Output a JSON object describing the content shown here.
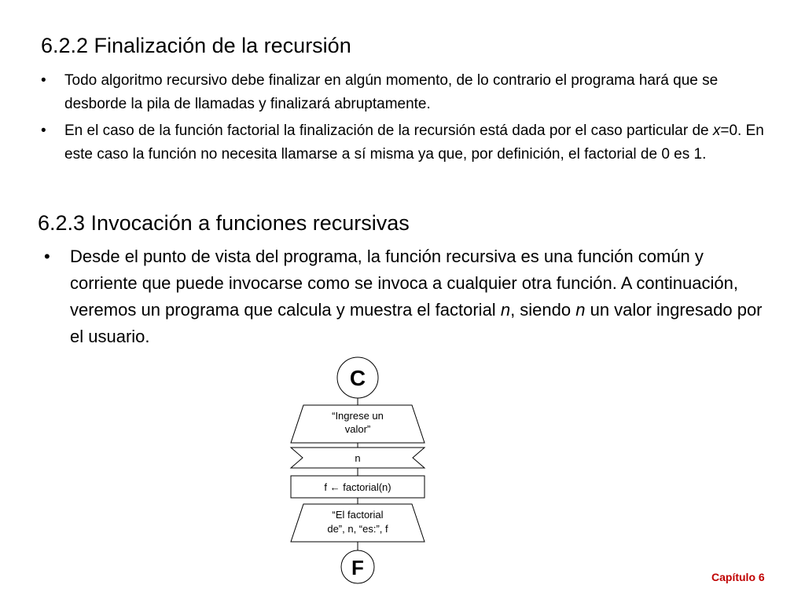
{
  "sections": [
    {
      "title": "6.2.2 Finalización de la recursión",
      "bullets": [
        [
          {
            "t": "Todo algoritmo recursivo debe finalizar en algún momento, de lo contrario el programa hará que se desborde la pila de llamadas y finalizará abruptamente."
          }
        ],
        [
          {
            "t": "En el caso de la función factorial la finalización de la recursión está dada por el caso particular de "
          },
          {
            "t": "x",
            "i": true
          },
          {
            "t": "=0. En este caso la función no necesita llamarse a sí misma ya que, por definición, el factorial de 0 es 1."
          }
        ]
      ]
    },
    {
      "title": "6.2.3 Invocación a funciones recursivas",
      "bullets": [
        [
          {
            "t": "Desde el punto de vista del programa, la función recursiva es una función común y corriente que puede invocarse como se invoca a cualquier otra función. A continuación, veremos un programa que calcula y muestra el factorial "
          },
          {
            "t": "n",
            "i": true
          },
          {
            "t": ", siendo "
          },
          {
            "t": "n",
            "i": true
          },
          {
            "t": " un valor ingresado por el usuario."
          }
        ]
      ]
    }
  ],
  "flowchart": {
    "start": "C",
    "output_prompt": [
      "“Ingrese un",
      "valor”"
    ],
    "input": "n",
    "process": "f ← factorial(n)",
    "output_result": [
      "“El factorial",
      "de”, n, “es:”, f"
    ],
    "end": "F"
  },
  "footer": "Capítulo 6"
}
